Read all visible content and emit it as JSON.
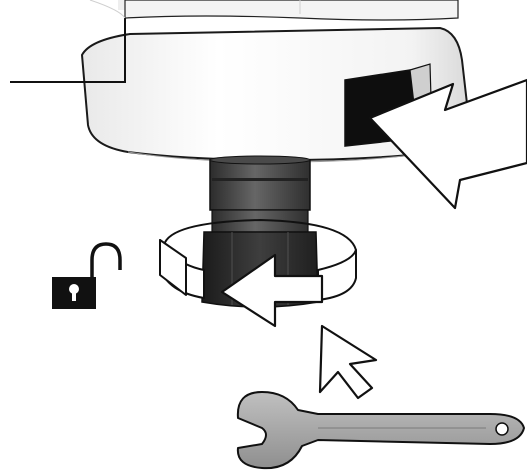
{
  "figure": {
    "icons": [
      "spindle-housing-icon",
      "push-arrow-icon",
      "collet-nut-icon",
      "rotation-arrow-icon",
      "unlock-padlock-icon",
      "cursor-arrow-icon",
      "wrench-icon"
    ],
    "colors": {
      "outline": "#111111",
      "housing_light": "#f7f7f7",
      "housing_shade": "#c9c9c9",
      "shaft_dark": "#3a3a3a",
      "shaft_mid": "#5a5a5a",
      "nut_dark": "#242424",
      "wrench_fill": "#a8a8a8",
      "arrow_fill": "#ffffff",
      "lock_fill": "#111111"
    },
    "instruction_sequence": [
      "press-spindle-lock",
      "rotate-collet-nut-counterclockwise",
      "use-open-end-wrench"
    ],
    "lock_state": "unlocked",
    "rotation_direction": "counterclockwise"
  }
}
